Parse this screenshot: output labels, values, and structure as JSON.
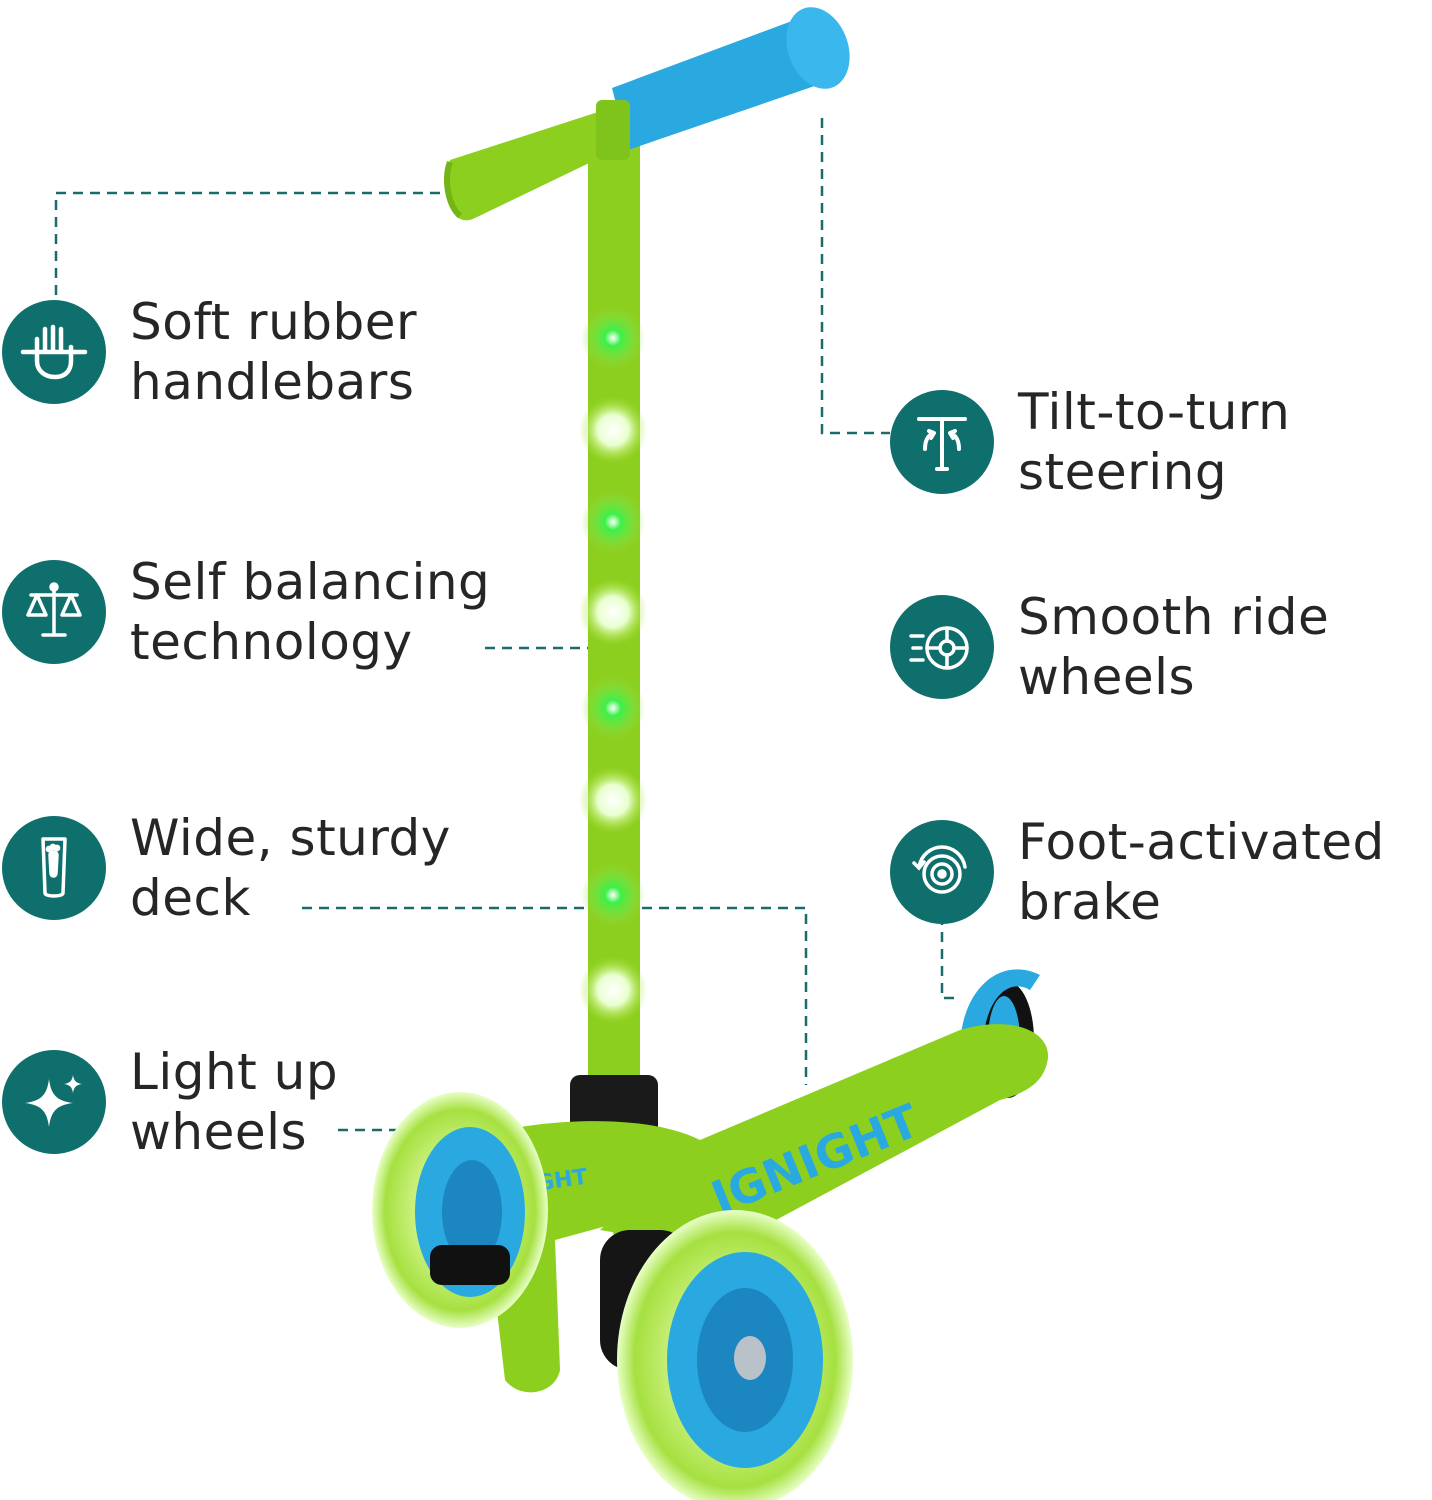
{
  "features": {
    "handlebars": {
      "line1": "Soft rubber",
      "line2": "handlebars",
      "icon": "hand-grip-icon"
    },
    "balance": {
      "line1": "Self balancing",
      "line2": "technology",
      "icon": "balance-scale-icon"
    },
    "deck": {
      "line1": "Wide, sturdy",
      "line2": "deck",
      "icon": "footprint-deck-icon"
    },
    "light": {
      "line1": "Light up",
      "line2": "wheels",
      "icon": "sparkle-icon"
    },
    "steering": {
      "line1": "Tilt-to-turn",
      "line2": "steering",
      "icon": "tilt-steering-icon"
    },
    "wheels": {
      "line1": "Smooth ride",
      "line2": "wheels",
      "icon": "speed-wheel-icon"
    },
    "brake": {
      "line1": "Foot-activated",
      "line2": "brake",
      "icon": "brake-disc-icon"
    }
  },
  "brand": {
    "logo_text": "IGNIGHT"
  },
  "colors": {
    "badge": "#0f6f6d",
    "scooter_green": "#8ccf1f",
    "scooter_blue": "#2aa9e0",
    "leader_line": "#1a6b6a",
    "text": "#262626"
  }
}
